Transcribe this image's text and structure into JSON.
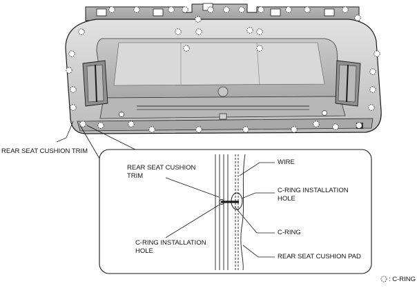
{
  "labels": {
    "main_trim": "REAR SEAT CUSHION TRIM",
    "detail_trim_line1": "REAR SEAT CUSHION",
    "detail_trim_line2": "TRIM",
    "wire": "WIRE",
    "install_hole_right_line1": "C-RING INSTALLATION",
    "install_hole_right_line2": "HOLE",
    "c_ring": "C-RING",
    "install_hole_left_line1": "C-RING INSTALLATION",
    "install_hole_left_line2": "HOLE",
    "cushion_pad": "REAR SEAT CUSHION PAD"
  },
  "legend": {
    "icon": "dotted-circle-icon",
    "text": ": C-RING"
  },
  "colors": {
    "panel_fill": "#d4d4d4",
    "panel_inner": "#bdbdbd",
    "panel_dark": "#9a9a9a",
    "outline": "#1a1a1a"
  }
}
